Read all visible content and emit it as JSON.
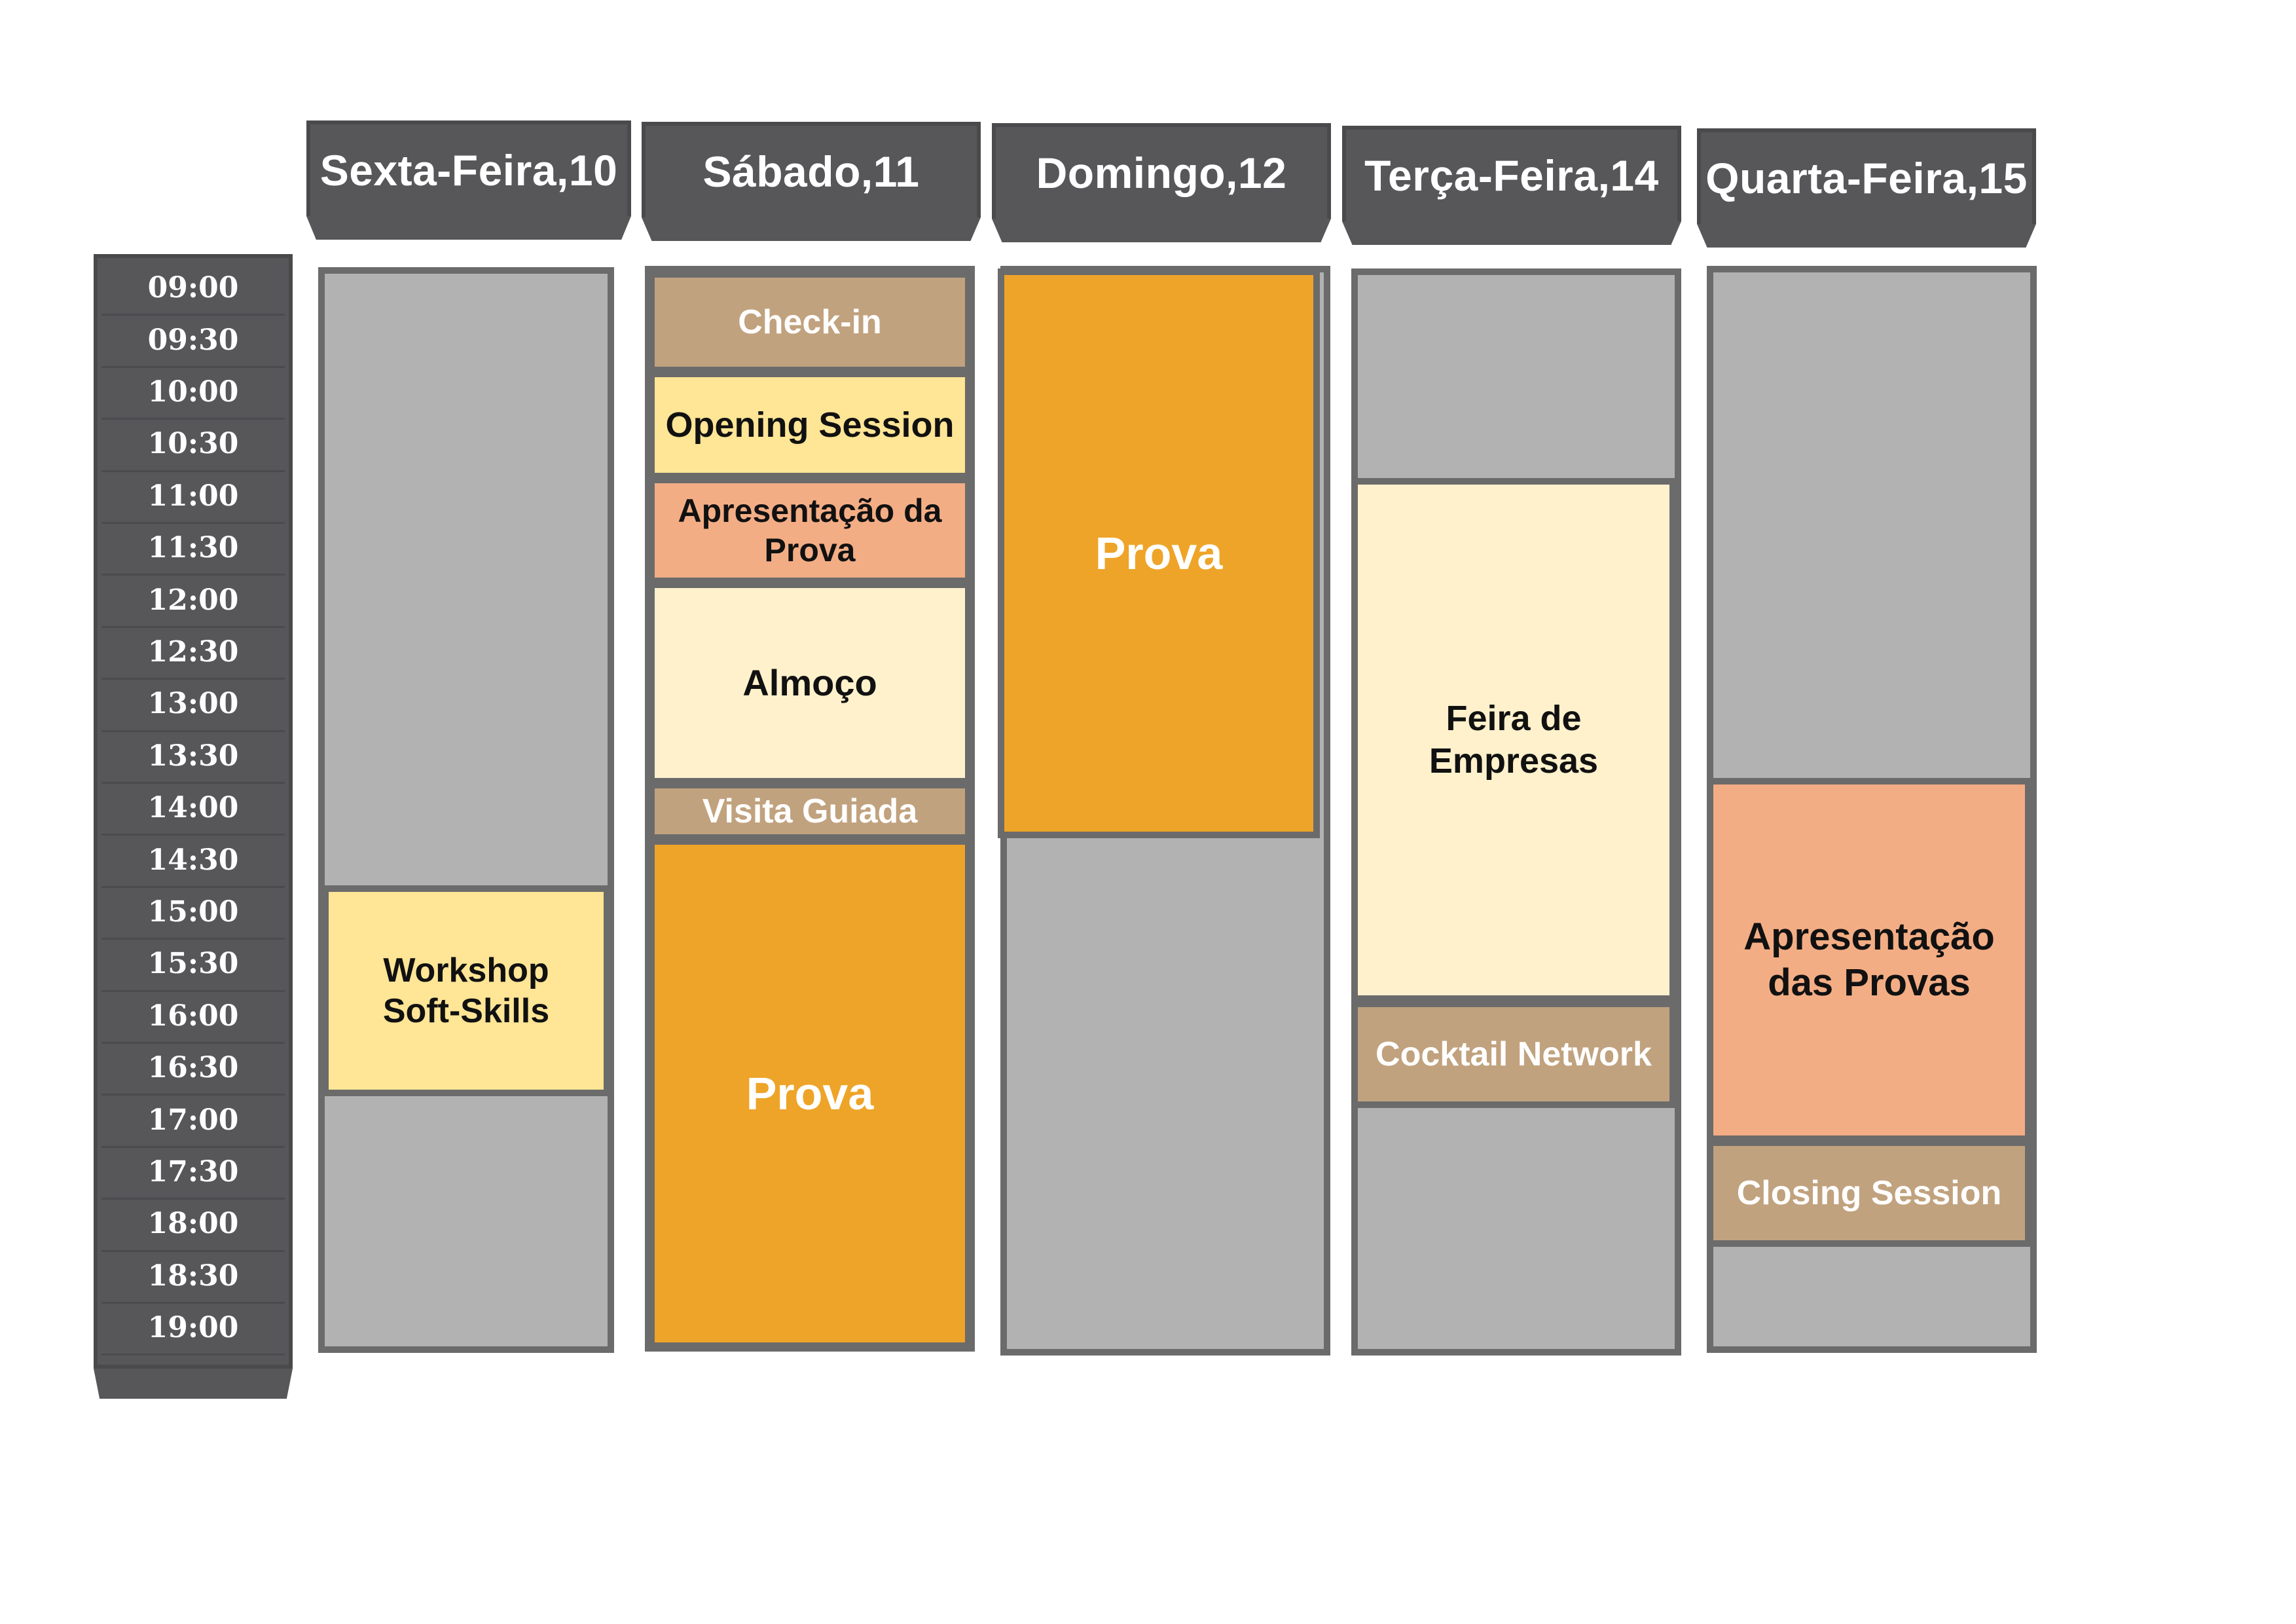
{
  "time_slots": [
    "09:00",
    "09:30",
    "10:00",
    "10:30",
    "11:00",
    "11:30",
    "12:00",
    "12:30",
    "13:00",
    "13:30",
    "14:00",
    "14:30",
    "15:00",
    "15:30",
    "16:00",
    "16:30",
    "17:00",
    "17:30",
    "18:00",
    "18:30",
    "19:00"
  ],
  "days": [
    {
      "label": "Sexta-Feira,10",
      "events": [
        {
          "label": "Workshop\nSoft-Skills",
          "color": "#ffe596",
          "text_color": "#111111",
          "kind": "workshop"
        }
      ]
    },
    {
      "label": "Sábado,11",
      "events": [
        {
          "label": "Check-in",
          "color": "#c1a27e",
          "text_color": "#ffffff",
          "kind": "checkin"
        },
        {
          "label": "Opening Session",
          "color": "#ffe596",
          "text_color": "#111111",
          "kind": "opening"
        },
        {
          "label": "Apresentação da\nProva",
          "color": "#f3ad85",
          "text_color": "#111111",
          "kind": "apresentacao"
        },
        {
          "label": "Almoço",
          "color": "#fff1cc",
          "text_color": "#111111",
          "kind": "almoco"
        },
        {
          "label": "Visita Guiada",
          "color": "#c1a27e",
          "text_color": "#ffffff",
          "kind": "visita"
        },
        {
          "label": "Prova",
          "color": "#eea428",
          "text_color": "#ffffff",
          "kind": "prova"
        }
      ]
    },
    {
      "label": "Domingo,12",
      "events": [
        {
          "label": "Prova",
          "color": "#eea428",
          "text_color": "#ffffff",
          "kind": "prova"
        }
      ]
    },
    {
      "label": "Terça-Feira,14",
      "events": [
        {
          "label": "Feira de Empresas",
          "color": "#fff1cc",
          "text_color": "#111111",
          "kind": "feira"
        },
        {
          "label": "Cocktail Network",
          "color": "#c1a27e",
          "text_color": "#ffffff",
          "kind": "cocktail"
        }
      ]
    },
    {
      "label": "Quarta-Feira,15",
      "events": [
        {
          "label": "Apresentação\ndas Provas",
          "color": "#f3ad85",
          "text_color": "#111111",
          "kind": "apresentacao"
        },
        {
          "label": "Closing Session",
          "color": "#c1a27e",
          "text_color": "#ffffff",
          "kind": "closing"
        }
      ]
    }
  ],
  "colors": {
    "header_bg": "#57575a",
    "column_bg": "#b2b2b2",
    "border": "#6b6b6b"
  }
}
